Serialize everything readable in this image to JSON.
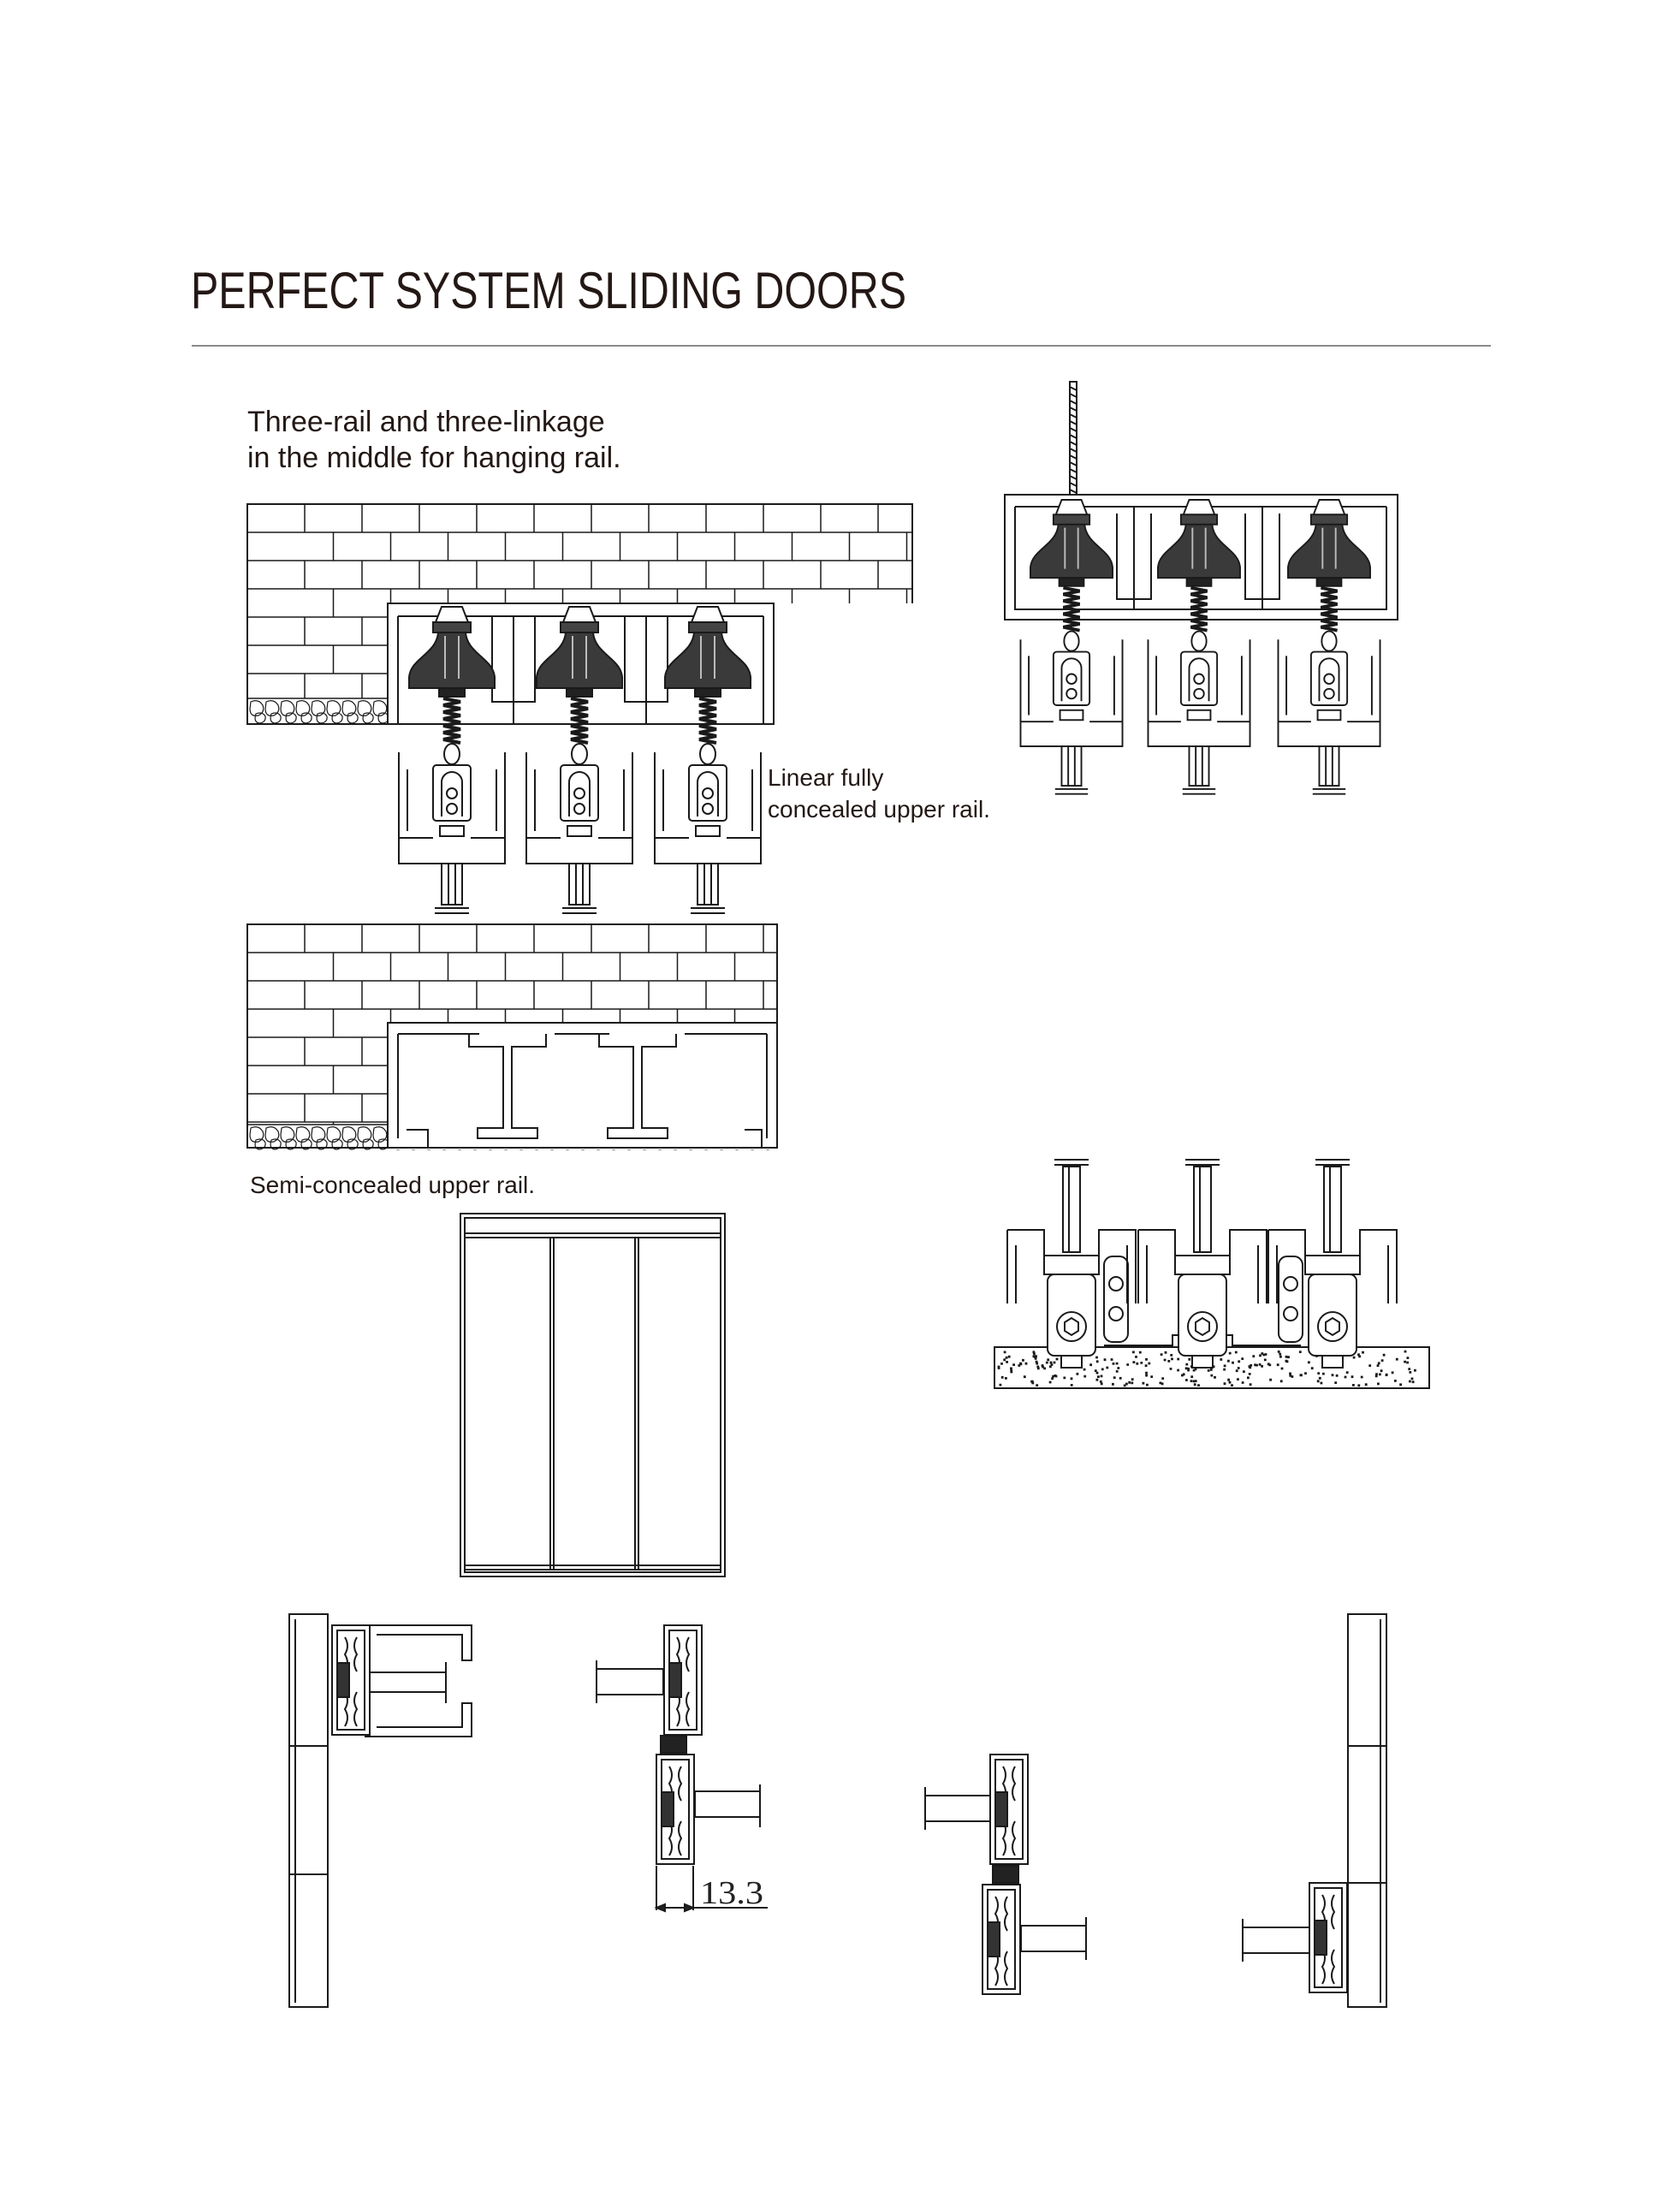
{
  "header": {
    "title": "PERFECT SYSTEM SLIDING DOORS"
  },
  "captions": {
    "hanging_rail_line1": "Three-rail and three-linkage",
    "hanging_rail_line2": "in the middle for hanging rail.",
    "concealed_line1": "Linear fully",
    "concealed_line2": "concealed upper rail.",
    "semi_concealed": "Semi-concealed upper rail."
  },
  "dimensions": {
    "gap": "13.3"
  },
  "colors": {
    "line": "#1a1a1a",
    "text": "#231815",
    "divider": "#8a8a8a"
  }
}
